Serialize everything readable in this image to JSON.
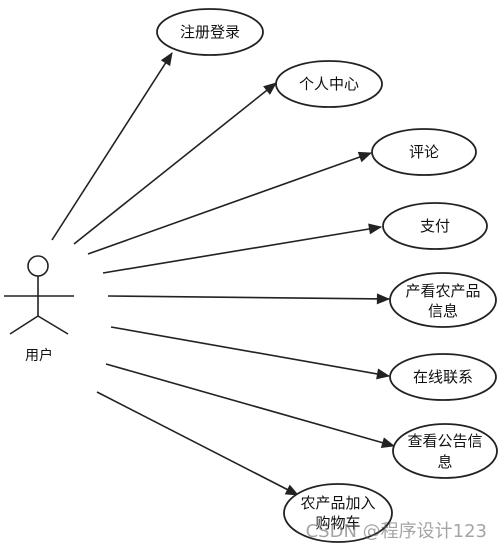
{
  "actor": {
    "label": "用户"
  },
  "use_cases": [
    {
      "id": "register-login",
      "lines": [
        "注册登录"
      ]
    },
    {
      "id": "personal-center",
      "lines": [
        "个人中心"
      ]
    },
    {
      "id": "comment",
      "lines": [
        "评论"
      ]
    },
    {
      "id": "payment",
      "lines": [
        "支付"
      ]
    },
    {
      "id": "view-product-info",
      "lines": [
        "产看农产品",
        "信息"
      ]
    },
    {
      "id": "online-contact",
      "lines": [
        "在线联系"
      ]
    },
    {
      "id": "view-notice-info",
      "lines": [
        "查看公告信",
        "息"
      ]
    },
    {
      "id": "add-to-cart",
      "lines": [
        "农产品加入",
        "购物车"
      ]
    }
  ],
  "watermark": "CSDN @程序设计123",
  "colors": {
    "stroke": "#222222",
    "background": "#ffffff",
    "text": "#111111"
  }
}
